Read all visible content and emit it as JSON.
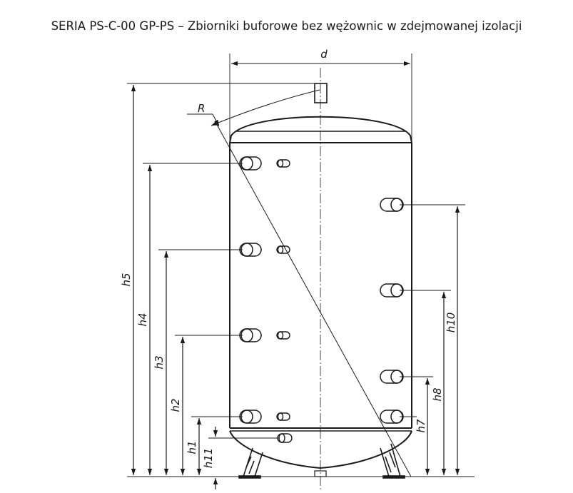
{
  "title": "SERIA PS-C-00 GP-PS – Zbiorniki buforowe bez wężownic w zdejmowanej izolacji",
  "labels": {
    "d": "d",
    "R": "R",
    "h1": "h1",
    "h2": "h2",
    "h3": "h3",
    "h4": "h4",
    "h5": "h5",
    "h7": "h7",
    "h8": "h8",
    "h10": "h10",
    "h11": "h11"
  },
  "colors": {
    "ink": "#1a1a1a",
    "shell": "#cfcfcf"
  }
}
